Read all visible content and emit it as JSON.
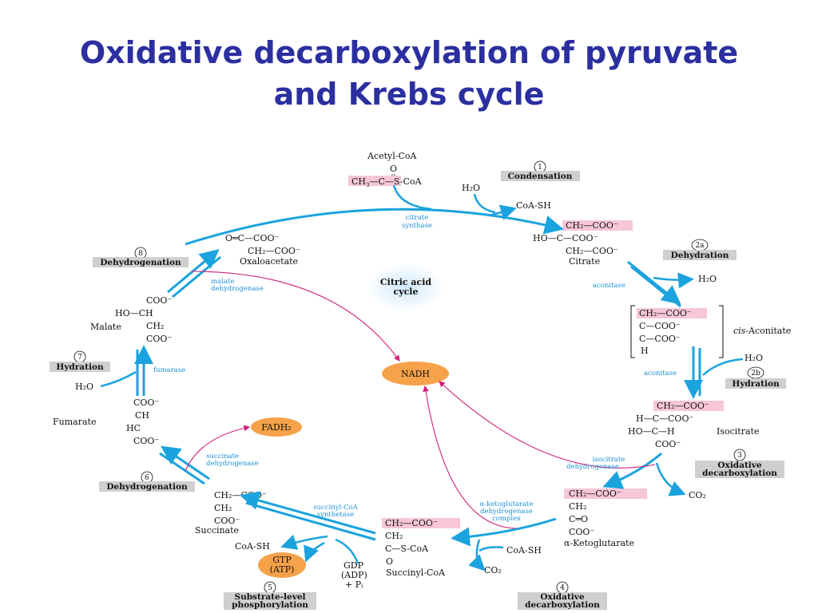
{
  "title": {
    "line1": "Oxidative decarboxylation of pyruvate",
    "line2": "and Krebs cycle"
  },
  "center": {
    "line1": "Citric acid",
    "line2": "cycle"
  },
  "acetyl": {
    "name": "Acetyl-CoA",
    "o": "O",
    "formula_left": "CH",
    "sub3": "3",
    "formula_mid": "—C—S-CoA"
  },
  "citrate": {
    "r1": "CH₂—COO⁻",
    "r2": "HO—C—COO⁻",
    "r3": "CH₂—COO⁻",
    "name": "Citrate"
  },
  "cis_aconitate": {
    "r1": "CH₂—COO⁻",
    "r2": "C—COO⁻",
    "r3": "C—COO⁻",
    "r4": "H",
    "name_prefix": "cis",
    "name_suffix": "-Aconitate"
  },
  "isocitrate": {
    "r1": "CH₂—COO⁻",
    "r2": "H—C—COO⁻",
    "r3": "HO—C—H",
    "r4": "COO⁻",
    "name": "Isocitrate"
  },
  "akg": {
    "r1": "CH₂—COO⁻",
    "r2": "CH₂",
    "r3": "C═O",
    "r4": "COO⁻",
    "name": "α-Ketoglutarate"
  },
  "succinylcoa": {
    "r1": "CH₂—COO⁻",
    "r2": "CH₂",
    "r3": "C—S-CoA",
    "r4": "O",
    "name": "Succinyl-CoA"
  },
  "succinate": {
    "r1": "CH₂—COO⁻",
    "r2": "CH₂",
    "r3": "COO⁻",
    "name": "Succinate"
  },
  "fumarate": {
    "r1": "COO⁻",
    "r2": "CH",
    "r3": "HC",
    "r4": "COO⁻",
    "name": "Fumarate"
  },
  "malate": {
    "r1": "COO⁻",
    "r2": "HO—CH",
    "r3": "CH₂",
    "r4": "COO⁻",
    "name": "Malate"
  },
  "oxaloacetate": {
    "r1": "O═C—COO⁻",
    "r2": "CH₂—COO⁻",
    "name": "Oxaloacetate"
  },
  "small": {
    "h2o_1": "H₂O",
    "coash_1": "CoA-SH",
    "h2o_2": "H₂O",
    "h2o_3": "H₂O",
    "co2_1": "CO₂",
    "coash_2": "CoA-SH",
    "co2_2": "CO₂",
    "gdp_1": "GDP",
    "gdp_2": "(ADP)",
    "gdp_3": "+ Pᵢ",
    "coash_3": "CoA-SH",
    "h2o_4": "H₂O"
  },
  "energy": {
    "nadh": "NADH",
    "fadh2": "FADH₂",
    "gtp1": "GTP",
    "gtp2": "(ATP)"
  },
  "enzymes": {
    "citrate_synthase_1": "citrate",
    "citrate_synthase_2": "synthase",
    "aconitase_1": "aconitase",
    "aconitase_2": "aconitase",
    "icdh_1": "isocitrate",
    "icdh_2": "dehydrogenase",
    "akgdh_1": "α-ketoglutarate",
    "akgdh_2": "dehydrogenase",
    "akgdh_3": "complex",
    "scs_1": "succinyl-CoA",
    "scs_2": "synthetase",
    "sdh_1": "succinate",
    "sdh_2": "dehydrogenase",
    "fumarase": "fumarase",
    "mdh_1": "malate",
    "mdh_2": "dehydrogenase"
  },
  "steps": [
    {
      "num": "1",
      "label": "Condensation"
    },
    {
      "num": "2a",
      "label": "Dehydration"
    },
    {
      "num": "2b",
      "label": "Hydration"
    },
    {
      "num": "3",
      "label_1": "Oxidative",
      "label_2": "decarboxylation"
    },
    {
      "num": "4",
      "label_1": "Oxidative",
      "label_2": "decarboxylation"
    },
    {
      "num": "5",
      "label_1": "Substrate-level",
      "label_2": "phosphorylation"
    },
    {
      "num": "6",
      "label": "Dehydrogenation"
    },
    {
      "num": "7",
      "label": "Hydration"
    },
    {
      "num": "8",
      "label": "Dehydrogenation"
    }
  ],
  "colors": {
    "title": "#2b2fa0",
    "arrow": "#1aa3de",
    "highlight": "#f7c6d8",
    "orange": "#f5a24b",
    "magenta": "#d0207a",
    "label_box": "#cfcfcf"
  }
}
